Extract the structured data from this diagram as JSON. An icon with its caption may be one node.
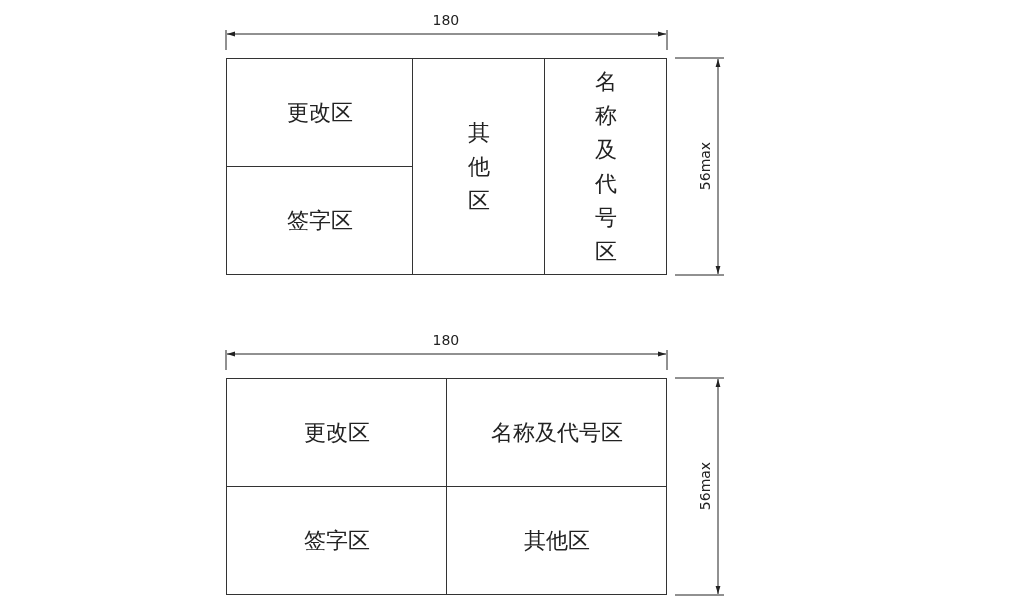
{
  "diagram": {
    "nodes": [
      {
        "text": [
          "更改区"
        ]
      },
      {
        "text": [
          "签字区"
        ]
      },
      {
        "text": [
          "其他区"
        ]
      },
      {
        "text": [
          "名称及代号区"
        ]
      },
      {
        "text": [
          "更改区"
        ]
      },
      {
        "text": [
          "名称及代号区"
        ]
      },
      {
        "text": [
          "签字区"
        ]
      },
      {
        "text": [
          "其他区"
        ]
      }
    ],
    "edges": [],
    "labels": [
      "180",
      "56max",
      "180",
      "56max"
    ]
  }
}
